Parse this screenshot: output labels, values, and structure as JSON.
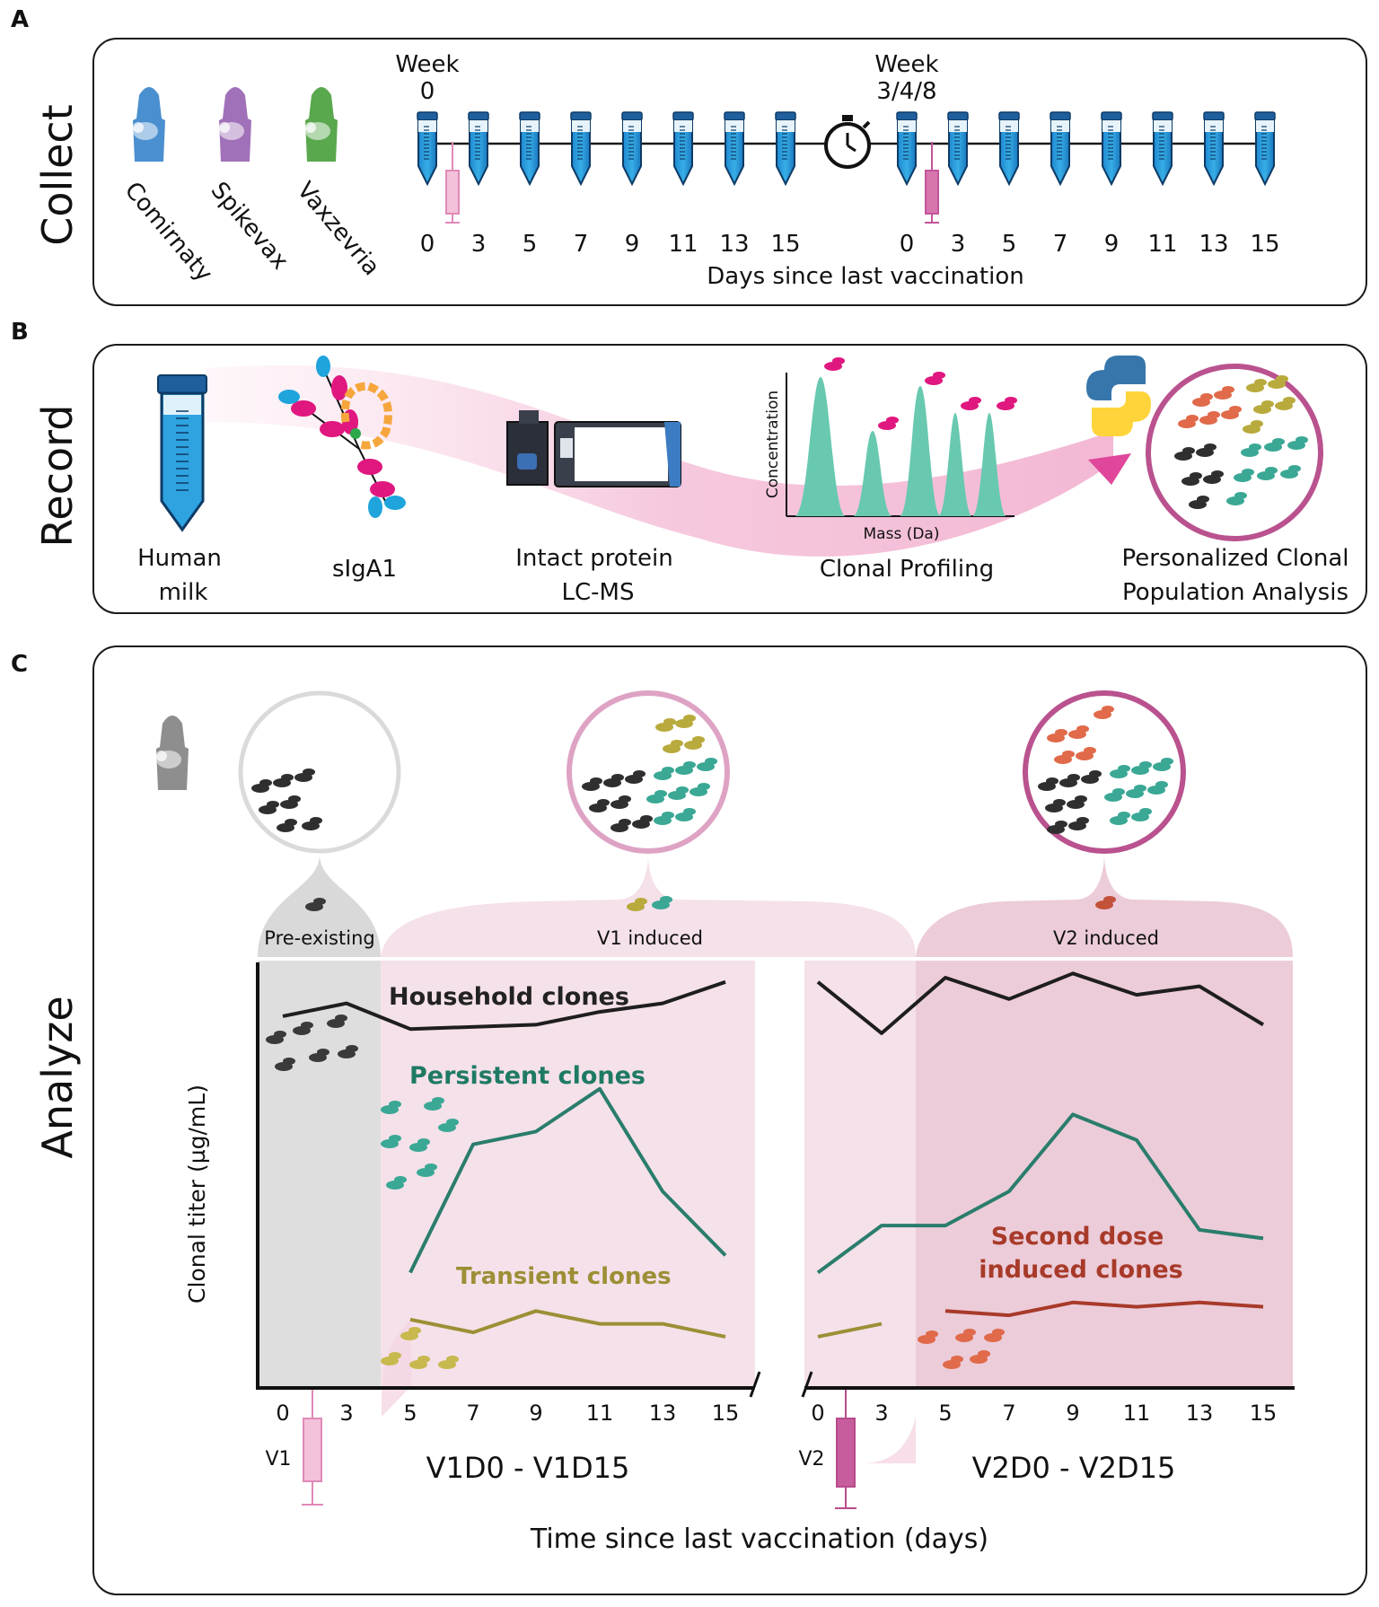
{
  "panels": {
    "a": {
      "letter": "A",
      "title": "Collect"
    },
    "b": {
      "letter": "B",
      "title": "Record"
    },
    "c": {
      "letter": "C",
      "title": "Analyze"
    }
  },
  "collect": {
    "vaccines": [
      "Comirnaty",
      "Spikevax",
      "Vaxzevria"
    ],
    "vaccine_colors": [
      "#4a8fcf",
      "#a071b8",
      "#5aa84e"
    ],
    "week_left": [
      "Week",
      "0"
    ],
    "week_right": [
      "Week",
      "3/4/8"
    ],
    "days": [
      "0",
      "3",
      "5",
      "7",
      "9",
      "11",
      "13",
      "15"
    ],
    "x_label": "Days since last vaccination",
    "icons": [
      "sample-tube-icon",
      "syringe-icon",
      "stopwatch-icon"
    ]
  },
  "record": {
    "steps": [
      {
        "line1": "Human",
        "line2": "milk"
      },
      {
        "line1": "sIgA1",
        "line2": ""
      },
      {
        "line1": "Intact protein",
        "line2": "LC-MS"
      },
      {
        "line1": "Clonal Profiling",
        "line2": ""
      },
      {
        "line1": "Personalized Clonal",
        "line2": "Population Analysis"
      }
    ],
    "mini_chart": {
      "ylabel": "Concentration",
      "xlabel": "Mass (Da)"
    },
    "icons": [
      "milk-tube-icon",
      "antibody-icon",
      "mass-spectrometer-icon",
      "python-logo-icon"
    ]
  },
  "analyze": {
    "groups": [
      "Pre-existing",
      "V1 induced",
      "V2 induced"
    ],
    "ylabel": "Clonal titer (µg/mL)",
    "xlabel": "Time since last vaccination (days)",
    "period_labels": [
      "V1D0 - V1D15",
      "V2D0 - V2D15"
    ],
    "dose_labels": [
      "V1",
      "V2"
    ],
    "series_labels": {
      "household": "Household clones",
      "persistent": "Persistent clones",
      "transient": "Transient clones",
      "second_line1": "Second dose",
      "second_line2": "induced clones"
    },
    "colors": {
      "household": "#1e1e1e",
      "persistent": "#2a7d6c",
      "transient": "#9c8f35",
      "second": "#a83a2a",
      "pre_existing_bg": "#d9d9d9",
      "v1_bg": "#f5e1ea",
      "v2_bg": "#ecccd9"
    }
  },
  "chart_data": {
    "type": "line",
    "x": [
      "0",
      "3",
      "5",
      "7",
      "9",
      "11",
      "13",
      "15"
    ],
    "segments": [
      "V1D0 - V1D15",
      "V2D0 - V2D15"
    ],
    "series": [
      {
        "name": "Household clones",
        "v1": [
          0.87,
          0.9,
          0.84,
          null,
          0.85,
          0.88,
          0.9,
          0.95
        ],
        "v2": [
          0.95,
          0.83,
          0.96,
          0.91,
          0.97,
          0.92,
          0.94,
          0.85
        ]
      },
      {
        "name": "Persistent clones",
        "v1": [
          null,
          null,
          0.27,
          0.57,
          0.6,
          0.7,
          0.46,
          0.31
        ],
        "v2": [
          0.27,
          0.38,
          0.38,
          0.46,
          0.64,
          0.58,
          0.37,
          0.35
        ]
      },
      {
        "name": "Transient clones",
        "v1": [
          null,
          null,
          0.16,
          0.13,
          0.18,
          0.15,
          0.15,
          0.12
        ],
        "v2": [
          0.12,
          0.15,
          null,
          null,
          null,
          null,
          null,
          null
        ]
      },
      {
        "name": "Second dose induced clones",
        "v1": [
          null,
          null,
          null,
          null,
          null,
          null,
          null,
          null
        ],
        "v2": [
          null,
          null,
          0.18,
          0.17,
          0.2,
          0.19,
          0.2,
          0.19
        ]
      }
    ],
    "ylabel": "Clonal titer (µg/mL)",
    "xlabel": "Time since last vaccination (days)"
  }
}
